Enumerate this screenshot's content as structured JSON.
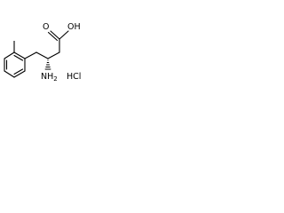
{
  "structure": {
    "atoms": {
      "oxygen_carbonyl": "O",
      "hydroxyl": "OH",
      "amine_symbol": "NH",
      "amine_subscript": "2",
      "salt": "HCl"
    }
  },
  "colors": {
    "bond": "#000000",
    "label": "#000000",
    "background": "#ffffff"
  }
}
